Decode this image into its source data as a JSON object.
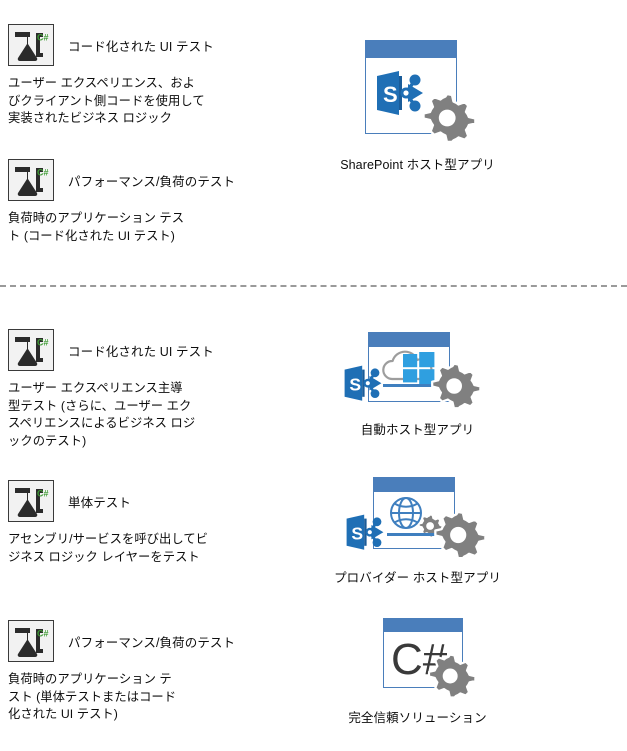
{
  "page": {
    "title": "SharePoint app testing matrix",
    "background": "#ffffff",
    "divider_color": "#9a9a9a"
  },
  "colors": {
    "sharepoint_blue": "#2073b8",
    "window_blue": "#4a7ebb",
    "gear_gray": "#808080",
    "flask_dark": "#2b2b2b",
    "csharp_green": "#3f9c35",
    "text": "#0d0d0d"
  },
  "sections": [
    {
      "id": "section-top",
      "tests": [
        {
          "icon": "coded-ui-test-icon",
          "title": "コード化された UI テスト",
          "description": "ユーザー エクスペリエンス、およ\nびクライアント側コードを使用して\n実装されたビジネス ロジック"
        },
        {
          "icon": "performance-load-test-icon",
          "title": "パフォーマンス/負荷のテスト",
          "description": "負荷時のアプリケーション テス\nト (コード化された UI テスト)"
        }
      ],
      "apps": [
        {
          "icon": "sharepoint-hosted-app-icon",
          "caption": "SharePoint ホスト型アプリ"
        }
      ]
    },
    {
      "id": "section-bottom",
      "tests": [
        {
          "icon": "coded-ui-test-icon",
          "title": "コード化された UI テスト",
          "description": "ユーザー エクスペリエンス主導\n型テスト (さらに、ユーザー エク\nスペリエンスによるビジネス ロジ\nックのテスト)"
        },
        {
          "icon": "unit-test-icon",
          "title": "単体テスト",
          "description": "アセンブリ/サービスを呼び出してビ\nジネス ロジック レイヤーをテスト"
        },
        {
          "icon": "performance-load-test-icon",
          "title": "パフォーマンス/負荷のテスト",
          "description": "負荷時のアプリケーション テ\nスト (単体テストまたはコード\n化された UI テスト)"
        }
      ],
      "apps": [
        {
          "icon": "auto-hosted-app-icon",
          "caption": "自動ホスト型アプリ"
        },
        {
          "icon": "provider-hosted-app-icon",
          "caption": "プロバイダー ホスト型アプリ"
        },
        {
          "icon": "full-trust-solution-icon",
          "caption": "完全信頼ソリューション"
        }
      ]
    }
  ],
  "icon_labels": {
    "csharp": "C#"
  }
}
